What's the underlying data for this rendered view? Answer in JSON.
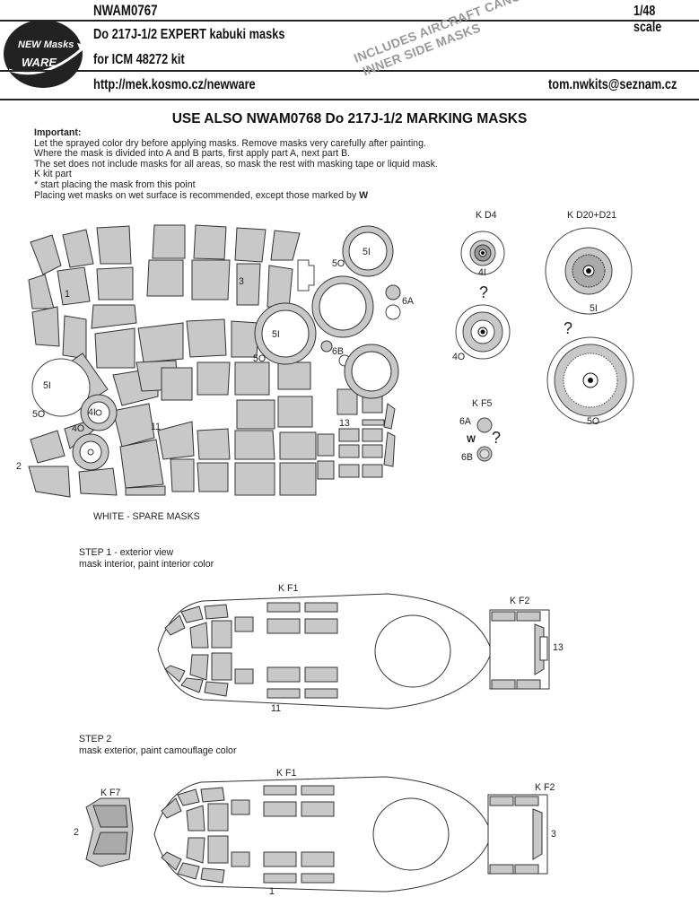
{
  "header": {
    "product_code": "NWAM0767",
    "title_line1": "Do 217J-1/2 EXPERT kabuki masks",
    "title_line2": "for ICM 48272 kit",
    "url": "http://mek.kosmo.cz/newware",
    "scale": "1/48 scale",
    "email": "tom.nwkits@seznam.cz",
    "logo_top": "NEW Masks",
    "logo_bottom": "WARE"
  },
  "stamp": {
    "line1": "INCLUDES AIRCRAFT CANOPY",
    "line2": "INNER SIDE  MASKS"
  },
  "use_also": "USE ALSO NWAM0768 Do 217J-1/2 MARKING MASKS",
  "notes": {
    "heading": "Important:",
    "lines": [
      "Let the sprayed color dry before applying masks. Remove masks very carefully after painting.",
      "Where the mask is divided into A and B parts, first apply part A, next part B.",
      "The set does not include masks for all areas, so mask the rest with masking tape or liquid mask.",
      "K kit part",
      "*  start placing the mask from this point",
      "Placing wet masks on wet surface is recommended, except those marked by"
    ],
    "wet_mark": "W"
  },
  "sheet_labels": {
    "n1": "1",
    "n2": "2",
    "n3": "3",
    "n11": "11",
    "n13": "13",
    "5O_a": "5O",
    "5I_a": "5I",
    "5I_b": "5I",
    "5O_b": "5O",
    "6A": "6A",
    "6B": "6B",
    "5I_c": "5I",
    "5O_c": "5O",
    "4I": "4I",
    "4O": "4O",
    "white_spare": "WHITE - SPARE MASKS"
  },
  "wheels": {
    "kd4": "K D4",
    "kd4_in": "4I",
    "kd4_out": "4O",
    "kd20": "K D20+D21",
    "kd20_in": "5I",
    "kd20_out": "5O",
    "kf5": "K F5",
    "kf5_a": "6A",
    "kf5_b": "6B",
    "w": "W",
    "question": "?"
  },
  "step1": {
    "title": "STEP 1 - exterior view",
    "subtitle": "mask interior, paint interior color",
    "kf1": "K F1",
    "kf2": "K F2",
    "n11": "11",
    "n13": "13"
  },
  "step2": {
    "title": "STEP 2",
    "subtitle": "mask exterior, paint camouflage color",
    "kf1": "K F1",
    "kf2": "K F2",
    "kf7": "K F7",
    "n1": "1",
    "n2": "2",
    "n3": "3"
  }
}
